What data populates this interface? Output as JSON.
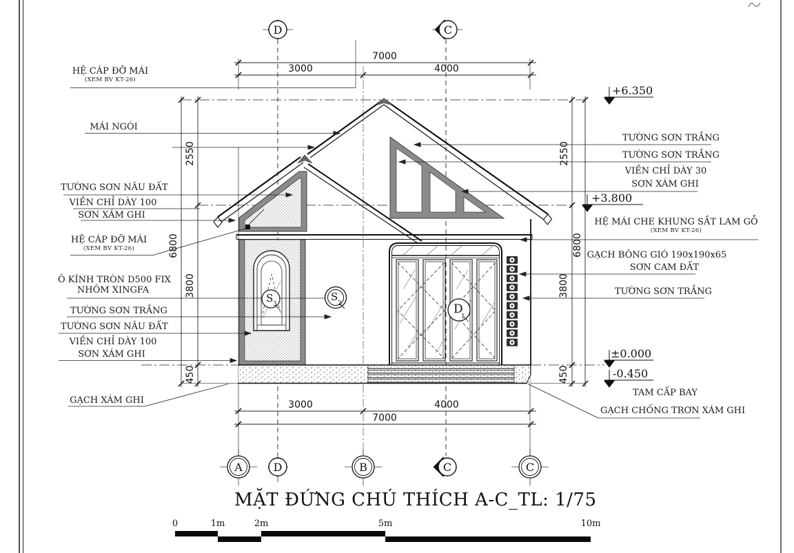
{
  "page": {
    "title": "MẶT ĐỨNG CHÚ THÍCH A-C_TL: 1/75"
  },
  "colors": {
    "paper": "#ffffff",
    "line": "#1a1a1a",
    "frame_gray": "#8a8a8a",
    "block_dark": "#2f2f2f"
  },
  "grid": {
    "top": [
      {
        "label": "D"
      },
      {
        "label": "C"
      }
    ],
    "bottom": [
      {
        "label": "A"
      },
      {
        "label": "D"
      },
      {
        "label": "B"
      },
      {
        "label": "C"
      },
      {
        "label": "C"
      }
    ]
  },
  "dims": {
    "top": {
      "total": "7000",
      "seg1": "3000",
      "seg2": "4000"
    },
    "bottom": {
      "total": "7000",
      "seg1": "3000",
      "seg2": "4000"
    },
    "left": {
      "s1": "2550",
      "s2": "3800",
      "s3": "450",
      "total": "6800"
    },
    "right": {
      "s1": "2550",
      "s2": "3800",
      "s3": "450",
      "total": "6800"
    }
  },
  "levels": {
    "ridge": "+6.350",
    "eave": "+3.800",
    "ground": "±0.000",
    "below": "-0.450"
  },
  "labels_left": [
    {
      "line1": "HỆ CÁP ĐỠ MÁI",
      "note": "(XEM BV KT-26)"
    },
    {
      "line1": "MÁI NGÓI"
    },
    {
      "line1": "TƯỜNG SƠN NÂU ĐẤT"
    },
    {
      "line1": "VIỀN CHỈ DÀY 100"
    },
    {
      "line1": "SƠN XÁM GHI"
    },
    {
      "line1": "HỆ CÁP ĐỠ MÁI",
      "note": "(XEM BV KT-26)"
    },
    {
      "line1": "Ô KÍNH TRÒN D500 FIX",
      "line2": "NHÔM XINGFA"
    },
    {
      "line1": "TƯỜNG SƠN TRẮNG"
    },
    {
      "line1": "TƯỜNG SƠN NÂU ĐẤT"
    },
    {
      "line1": "VIỀN CHỈ DÀY 100"
    },
    {
      "line1": "SƠN XÁM GHI"
    },
    {
      "line1": "GẠCH XÁM GHI"
    }
  ],
  "labels_right": [
    {
      "line1": "TƯỜNG SƠN TRẮNG"
    },
    {
      "line1": "TƯỜNG SƠN TRẮNG"
    },
    {
      "line1": "VIỀN CHỈ DÀY 30"
    },
    {
      "line1": "SƠN XÁM GHI"
    },
    {
      "line1": "HỆ MÁI CHE KHUNG SẮT LAM GỖ",
      "note": "(XEM BV KT-26)"
    },
    {
      "line1": "GẠCH BÔNG GIÓ 190x190x65"
    },
    {
      "line1": "SƠN CAM ĐẤT"
    },
    {
      "line1": "TƯỜNG SƠN TRẮNG"
    },
    {
      "line1": "TAM CẤP BAY"
    },
    {
      "line1": "GẠCH CHỐNG TRƠN XÁM GHI"
    }
  ],
  "tags": [
    {
      "letter": "S",
      "sub": "3"
    },
    {
      "letter": "S",
      "sub": "2"
    },
    {
      "letter": "D",
      "sub": "1"
    }
  ],
  "scale_bar": {
    "t0": "0",
    "t1": "1m",
    "t2": "2m",
    "t3": "5m",
    "t4": "10m"
  }
}
